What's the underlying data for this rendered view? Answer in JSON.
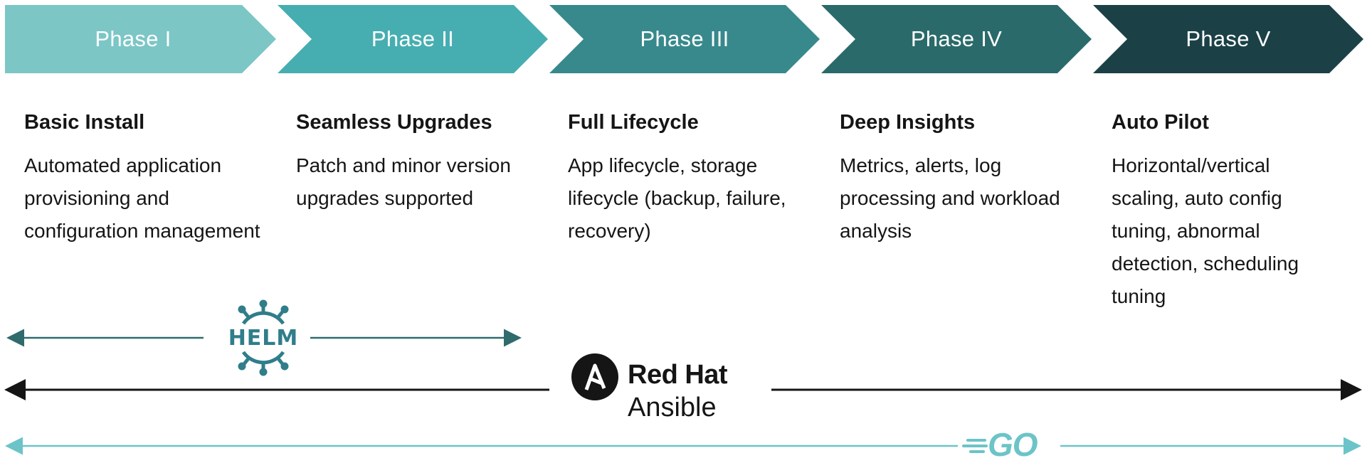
{
  "phases": [
    {
      "label": "Phase I",
      "color": "#7cc6c6",
      "title": "Basic Install",
      "description": "Automated application provisioning and configuration management"
    },
    {
      "label": "Phase II",
      "color": "#46aeb1",
      "title": "Seamless Upgrades",
      "description": "Patch and minor version upgrades supported"
    },
    {
      "label": "Phase III",
      "color": "#37898c",
      "title": "Full Lifecycle",
      "description": "App lifecycle, storage lifecycle (backup, failure, recovery)"
    },
    {
      "label": "Phase IV",
      "color": "#2a6a6a",
      "title": "Deep Insights",
      "description": "Metrics, alerts, log processing and workload analysis"
    },
    {
      "label": "Phase V",
      "color": "#1b4147",
      "title": "Auto Pilot",
      "description": "Horizontal/vertical scaling, auto config tuning, abnormal detection, scheduling tuning"
    }
  ],
  "tools": {
    "helm": {
      "name": "HELM",
      "color": "#2f7e8a",
      "line_color": "#2f6b6d",
      "icon": "helm-wheel-icon"
    },
    "ansible": {
      "brand": "Red Hat",
      "product": "Ansible",
      "color": "#151515",
      "icon": "ansible-a-icon"
    },
    "go": {
      "name": "GO",
      "color": "#6cc4c8",
      "icon": "go-gopher-speed-icon"
    }
  }
}
